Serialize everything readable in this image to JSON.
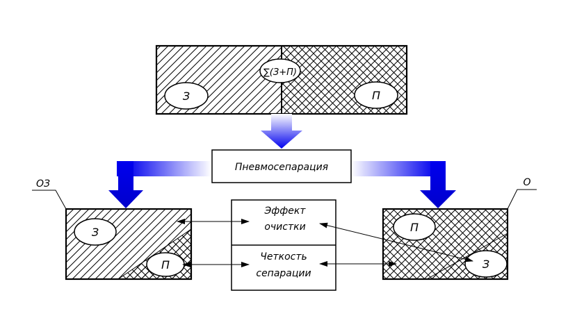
{
  "top_block": {
    "sum_label": "∑(З+П)",
    "left_label": "З",
    "right_label": "П"
  },
  "process_label": "Пневмосепарация",
  "left_block": {
    "tag": "ОЗ",
    "top_label": "З",
    "bottom_label": "П"
  },
  "right_block": {
    "tag": "О",
    "top_label": "П",
    "bottom_label": "З"
  },
  "center_table": {
    "row1": [
      "Эффект",
      "очистки"
    ],
    "row2": [
      "Четкость",
      "сепарации"
    ]
  },
  "colors": {
    "arrow_dark": "#0000ee",
    "arrow_light": "#ffffff",
    "line": "#000000"
  }
}
